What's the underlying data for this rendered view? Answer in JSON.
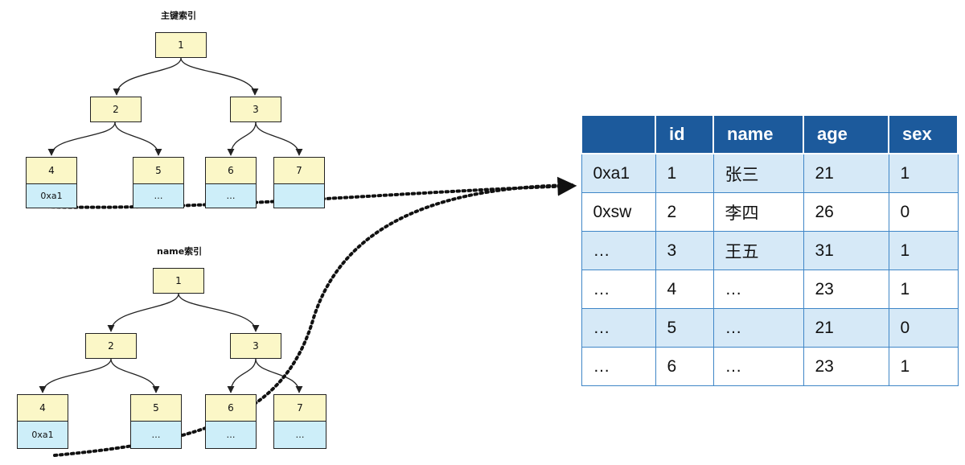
{
  "primary_index": {
    "title": "主键索引",
    "root": "1",
    "level2": [
      "2",
      "3"
    ],
    "leaves": [
      {
        "key": "4",
        "value": "0xa1"
      },
      {
        "key": "5",
        "value": "…"
      },
      {
        "key": "6",
        "value": "…"
      },
      {
        "key": "7",
        "value": ""
      }
    ]
  },
  "name_index": {
    "title": "name索引",
    "root": "1",
    "level2": [
      "2",
      "3"
    ],
    "leaves": [
      {
        "key": "4",
        "value": "0xa1"
      },
      {
        "key": "5",
        "value": "…"
      },
      {
        "key": "6",
        "value": "…"
      },
      {
        "key": "7",
        "value": "…"
      }
    ]
  },
  "table": {
    "headers": [
      "",
      "id",
      "name",
      "age",
      "sex"
    ],
    "rows": [
      [
        "0xa1",
        "1",
        "张三",
        "21",
        "1"
      ],
      [
        "0xsw",
        "2",
        "李四",
        "26",
        "0"
      ],
      [
        "…",
        "3",
        "王五",
        "31",
        "1"
      ],
      [
        "…",
        "4",
        "…",
        "23",
        "1"
      ],
      [
        "…",
        "5",
        "…",
        "21",
        "0"
      ],
      [
        "…",
        "6",
        "…",
        "23",
        "1"
      ]
    ]
  },
  "colors": {
    "node_fill": "#fbf7c7",
    "leaf_value_fill": "#cdeef9",
    "header_fill": "#1c5a9c",
    "row_alt_fill": "#d6e9f7",
    "border": "#3f86c7"
  }
}
